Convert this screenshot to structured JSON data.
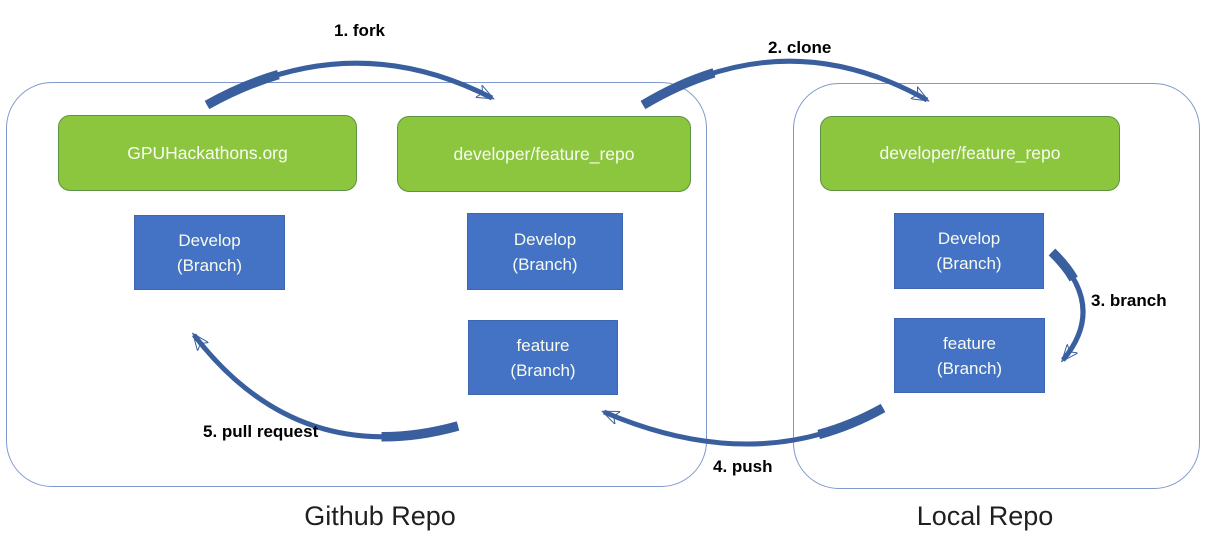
{
  "theme": {
    "green_box_fill": "#8CC63F",
    "green_box_border": "#5C9243",
    "blue_box_fill": "#4472C4",
    "blue_box_border": "#3E66B0",
    "arrow_color": "#3A5F9E",
    "container_border": "#7E99CC",
    "label_color": "#000000",
    "caption_color": "#1F1F1F",
    "box_text_color": "#F8FCF0",
    "background": "#FFFFFF"
  },
  "diagram": {
    "containers": {
      "github": {
        "caption": "Github Repo"
      },
      "local": {
        "caption": "Local Repo"
      }
    },
    "boxes": {
      "origin_repo": {
        "label": "GPUHackathons.org"
      },
      "github_fork_repo": {
        "label": "developer/feature_repo"
      },
      "local_clone_repo": {
        "label": "developer/feature_repo"
      },
      "origin_develop_branch": {
        "label": "Develop",
        "sublabel": "(Branch)"
      },
      "fork_develop_branch": {
        "label": "Develop",
        "sublabel": "(Branch)"
      },
      "fork_feature_branch": {
        "label": "feature",
        "sublabel": "(Branch)"
      },
      "local_develop_branch": {
        "label": "Develop",
        "sublabel": "(Branch)"
      },
      "local_feature_branch": {
        "label": "feature",
        "sublabel": "(Branch)"
      }
    },
    "arrows": {
      "fork": {
        "label": "1. fork"
      },
      "clone": {
        "label": "2. clone"
      },
      "branch": {
        "label": "3. branch"
      },
      "push": {
        "label": "4. push"
      },
      "pull_request": {
        "label": "5. pull request"
      }
    }
  }
}
